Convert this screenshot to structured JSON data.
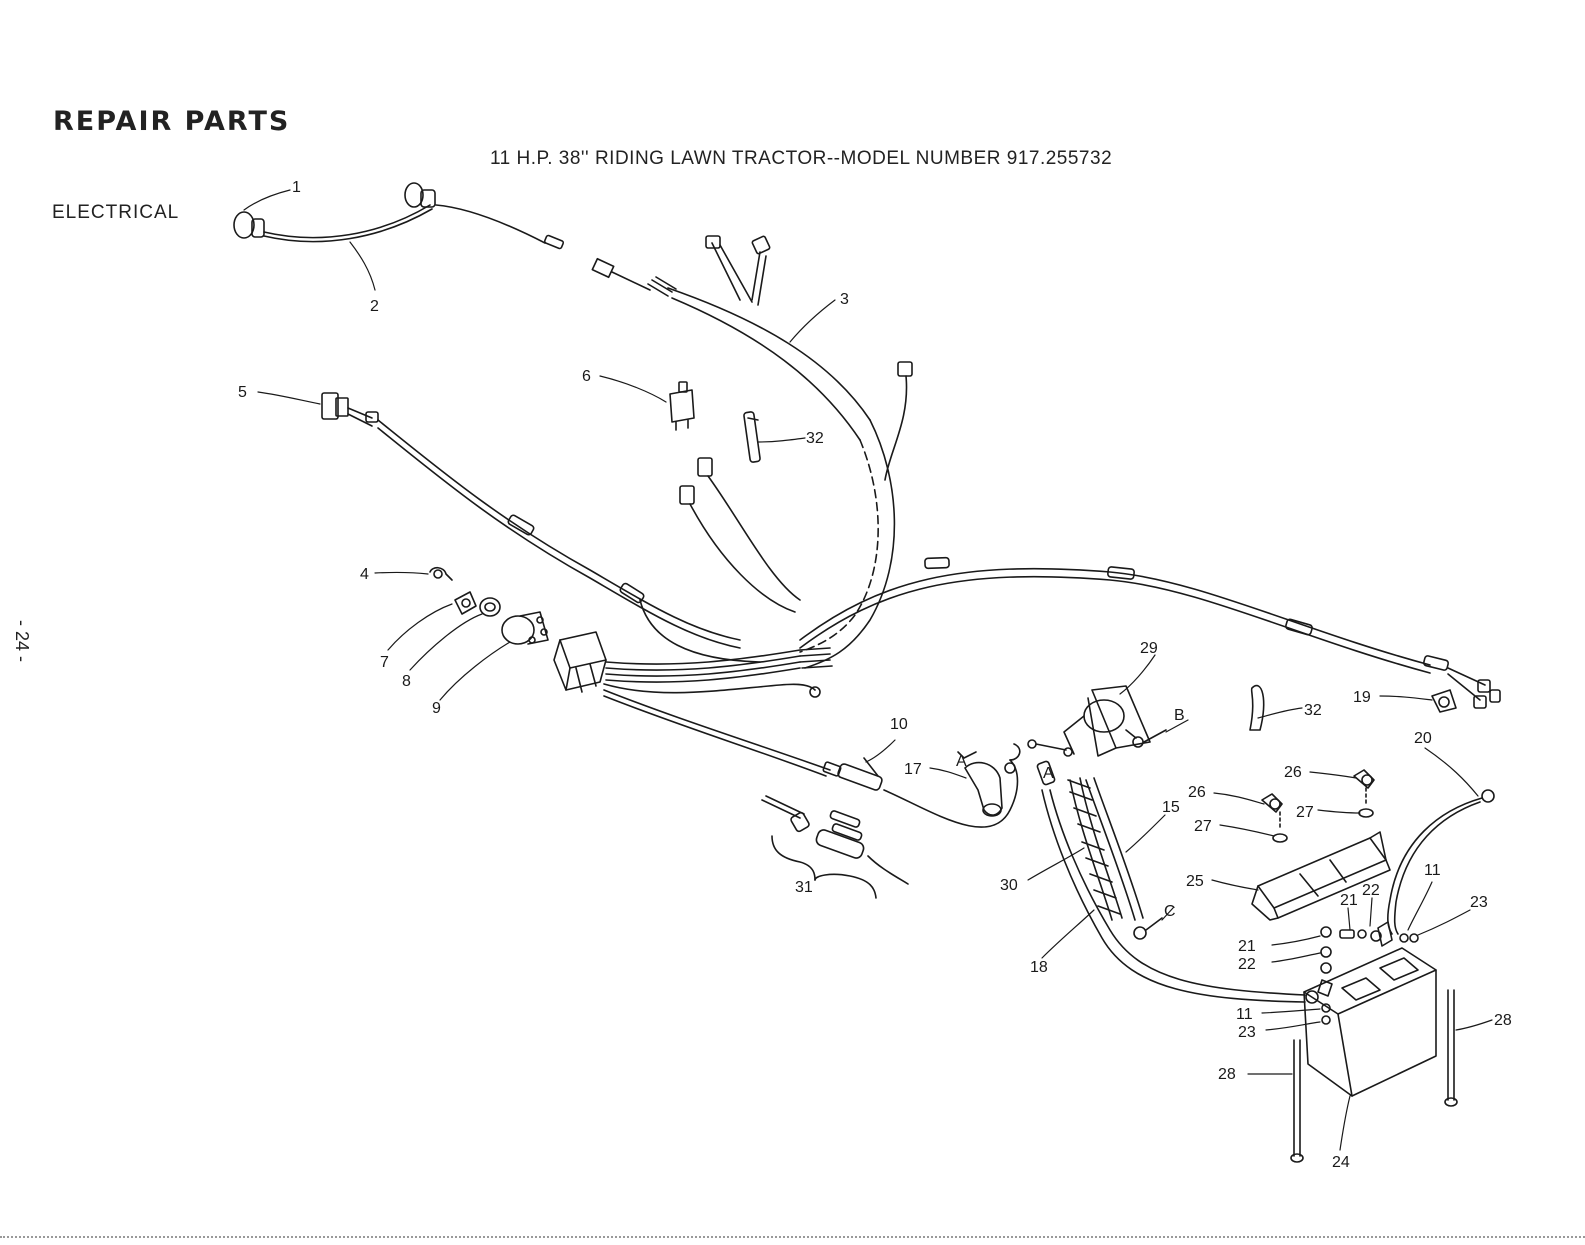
{
  "header": {
    "title": "REPAIR PARTS",
    "subtitle": "11 H.P. 38'' RIDING LAWN TRACTOR--MODEL NUMBER 917.255732",
    "section": "ELECTRICAL",
    "page_number": "- 24 -"
  },
  "callouts": {
    "c1": "1",
    "c2": "2",
    "c3": "3",
    "c4": "4",
    "c5": "5",
    "c6": "6",
    "c7": "7",
    "c8": "8",
    "c9": "9",
    "c10": "10",
    "c11a": "11",
    "c11b": "11",
    "c15": "15",
    "c17": "17",
    "c18": "18",
    "c19": "19",
    "c20": "20",
    "c21a": "21",
    "c21b": "21",
    "c22a": "22",
    "c22b": "22",
    "c23a": "23",
    "c23b": "23",
    "c24": "24",
    "c25": "25",
    "c26a": "26",
    "c26b": "26",
    "c27a": "27",
    "c27b": "27",
    "c28a": "28",
    "c28b": "28",
    "c29": "29",
    "c30": "30",
    "c31": "31",
    "c32a": "32",
    "c32b": "32",
    "lA1": "A",
    "lA2": "A",
    "lB": "B",
    "lC": "C"
  }
}
